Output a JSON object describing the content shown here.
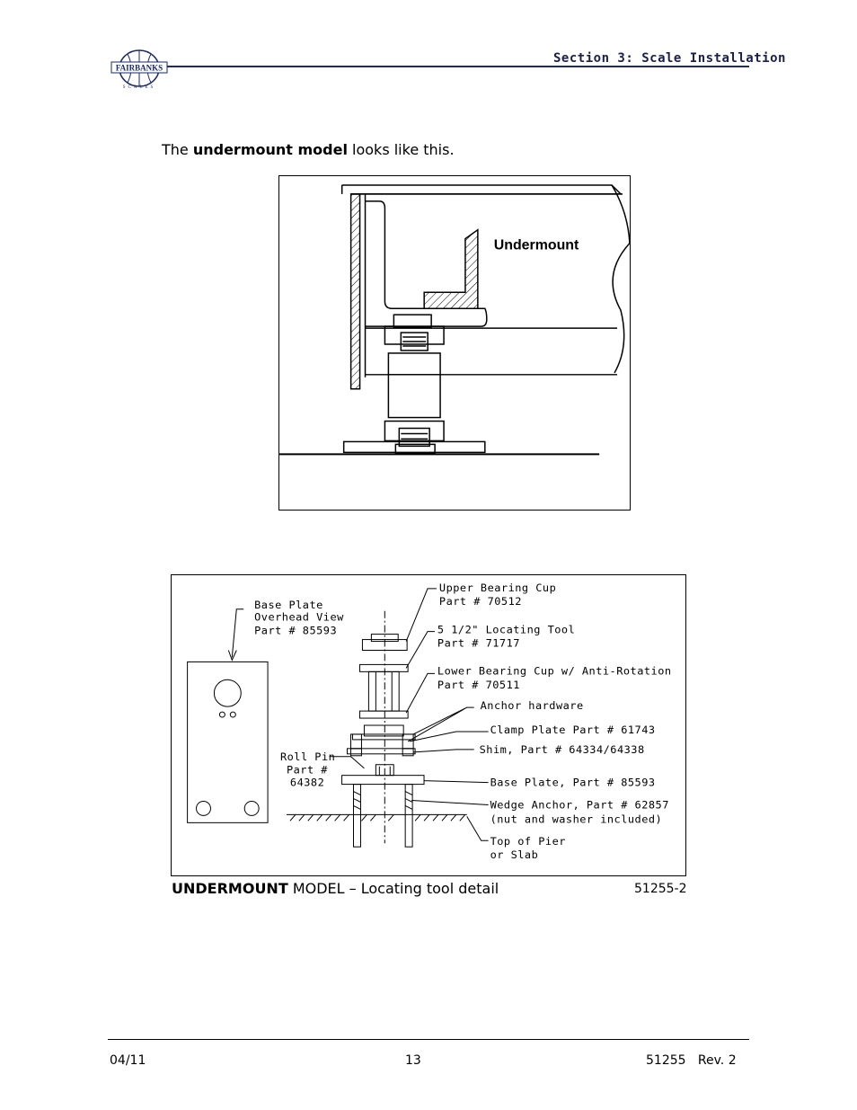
{
  "header": {
    "logo_text": "FAIRBANKS",
    "logo_subtext": "SCALES",
    "section_title": "Section 3:  Scale Installation"
  },
  "intro": {
    "prefix": "The ",
    "bold": "undermount model",
    "suffix": " looks like this."
  },
  "figure1": {
    "label": "Undermount"
  },
  "figure2": {
    "labels": {
      "base_plate_1": "Base  Plate",
      "base_plate_2": "Overhead  View",
      "base_plate_3": "Part  #  85593",
      "upper_cup_1": "Upper  Bearing  Cup",
      "upper_cup_2": "Part  #  70512",
      "locating_tool_1": "5  1/2\"  Locating  Tool",
      "locating_tool_2": "Part  #  71717",
      "lower_cup_1": "Lower  Bearing  Cup  w/  Anti-Rotation",
      "lower_cup_2": "Part  #  70511",
      "anchor_hw": "Anchor  hardware",
      "clamp_plate": "Clamp  Plate  Part  #  61743",
      "shim": "Shim,  Part  #  64334/64338",
      "roll_pin_1": "Roll  Pin",
      "roll_pin_2": "Part  #",
      "roll_pin_3": "64382",
      "base_plate_part": "Base  Plate,  Part  #  85593",
      "wedge_1": "Wedge  Anchor,  Part  #  62857",
      "wedge_2": "(nut  and  washer  included)",
      "pier_1": "Top  of  Pier",
      "pier_2": "or  Slab"
    }
  },
  "caption": {
    "bold": "UNDERMOUNT",
    "text": " MODEL – Locating tool detail",
    "figure_number": "51255-2"
  },
  "footer": {
    "date": "04/11",
    "page": "13",
    "doc": "51255   Rev. 2"
  }
}
